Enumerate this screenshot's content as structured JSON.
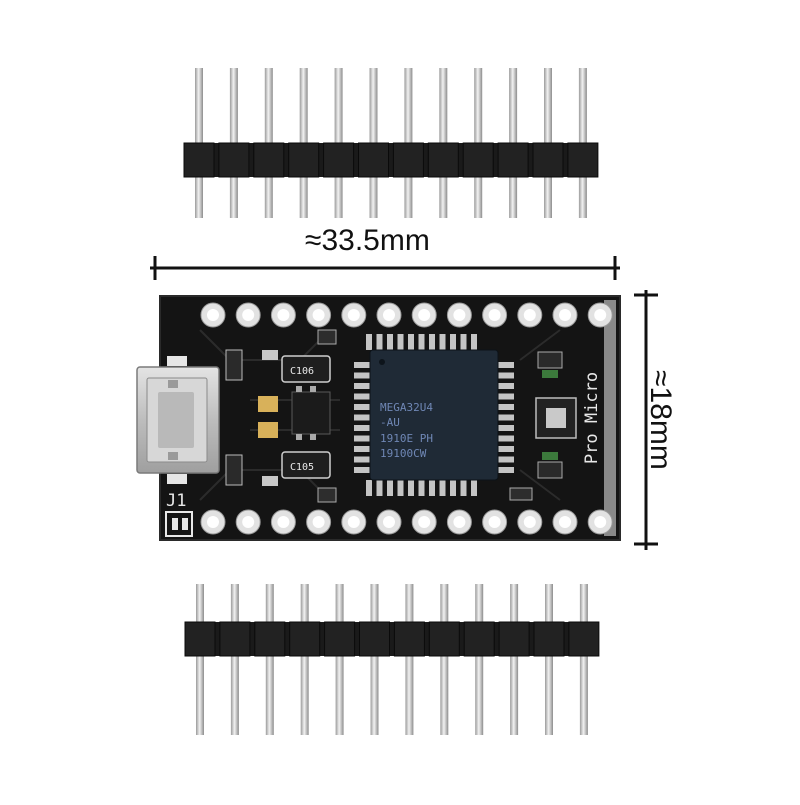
{
  "image": {
    "subject": "Pro Micro ATmega32U4 development board with two pin headers",
    "colors": {
      "background": "#ffffff",
      "pcb": "#111111",
      "chip": "#1f2a36",
      "silkscreen": "#e8e8e8",
      "header_plastic": "#1a1a1a",
      "pins": "#cfcfcf"
    }
  },
  "dimensions": {
    "width_label": "≈33.5mm",
    "height_label": "≈18mm"
  },
  "board": {
    "name_label": "Pro Micro",
    "connector_label": "J1",
    "mcu_marking": [
      "MEGA32U4",
      "-AU",
      "1910E  PH",
      "19100CW"
    ],
    "capacitor_labels": [
      "C106",
      "C105"
    ],
    "pin_holes_per_row": 12
  },
  "headers": {
    "pins_per_header": 12,
    "count": 2
  }
}
